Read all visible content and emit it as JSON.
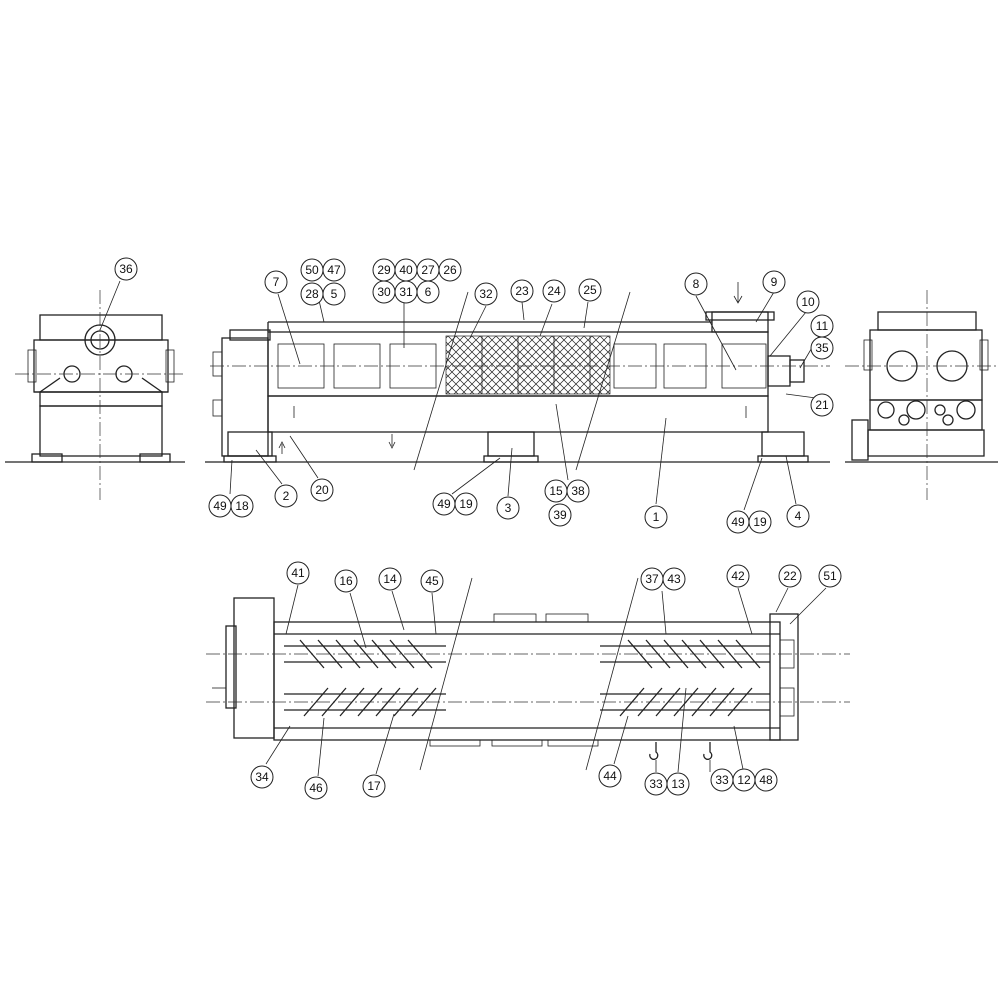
{
  "callouts": {
    "side_end": [
      "36"
    ],
    "front_view": [
      "7",
      "50",
      "47",
      "28",
      "5",
      "29",
      "40",
      "27",
      "26",
      "30",
      "31",
      "6",
      "32",
      "23",
      "24",
      "25",
      "8",
      "9",
      "10",
      "11",
      "35",
      "21",
      "49",
      "18",
      "2",
      "20",
      "49",
      "19",
      "3",
      "15",
      "38",
      "39",
      "1",
      "49",
      "19",
      "4"
    ],
    "plan_view": [
      "41",
      "16",
      "14",
      "45",
      "37",
      "43",
      "42",
      "22",
      "51",
      "34",
      "46",
      "17",
      "44",
      "33",
      "13",
      "33",
      "12",
      "48"
    ]
  }
}
